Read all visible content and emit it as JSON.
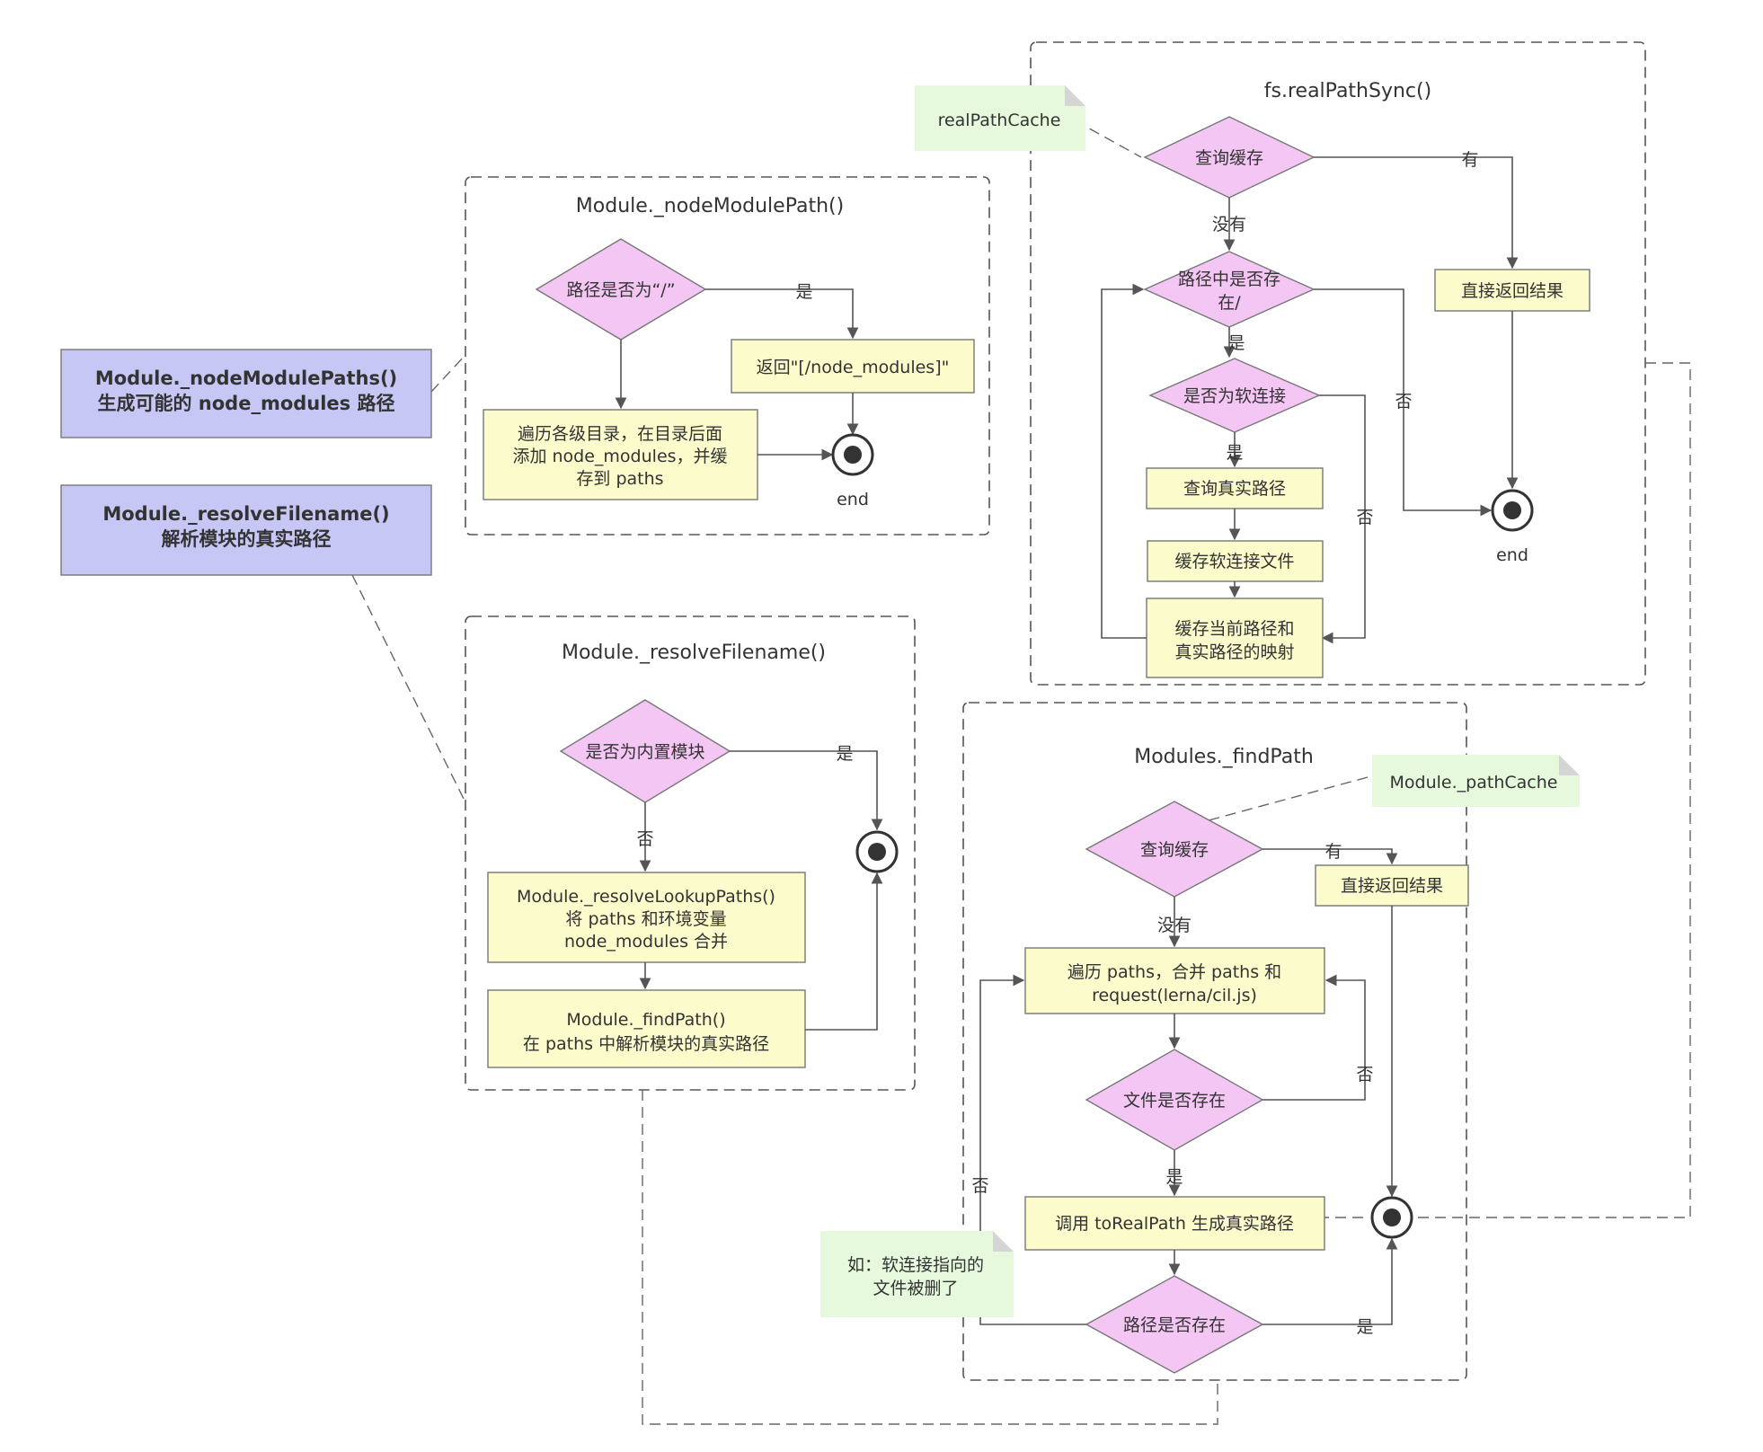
{
  "side_notes": {
    "node_module_paths": [
      "Module._nodeModulePaths()",
      "生成可能的 node_modules 路径"
    ],
    "resolve_filename": [
      "Module._resolveFilename()",
      "解析模块的真实路径"
    ]
  },
  "node_module_path": {
    "title": "Module._nodeModulePath()",
    "decision_root": "路径是否为“/”",
    "return_node_modules": "返回\"[/node_modules]\"",
    "traverse_dirs": [
      "遍历各级目录，在目录后面",
      "添加 node_modules，并缓",
      "存到 paths"
    ],
    "label_yes": "是",
    "end_label": "end"
  },
  "resolve_filename": {
    "title": "Module._resolveFilename()",
    "decision_builtin": "是否为内置模块",
    "label_yes": "是",
    "label_no": "否",
    "lookup_paths": [
      "Module._resolveLookupPaths()",
      "将 paths 和环境变量",
      "node_modules 合并"
    ],
    "find_path": [
      "Module._findPath()",
      "在 paths 中解析模块的真实路径"
    ]
  },
  "real_path_sync": {
    "title": "fs.realPathSync()",
    "cache_note": "realPathCache",
    "decision_cache": "查询缓存",
    "label_has": "有",
    "label_none": "没有",
    "return_direct": "直接返回结果",
    "decision_path": [
      "路径中是否存",
      "在/"
    ],
    "label_yes_1": "是",
    "decision_symlink": "是否为软连接",
    "label_yes_2": "是",
    "label_no_1": "否",
    "label_no_2": "否",
    "query_real": "查询真实路径",
    "cache_symlink": "缓存软连接文件",
    "cache_map": [
      "缓存当前路径和",
      "真实路径的映射"
    ],
    "end_label": "end"
  },
  "find_path": {
    "title": "Modules._findPath",
    "cache_note": "Module._pathCache",
    "decision_cache": "查询缓存",
    "label_has": "有",
    "label_none": "没有",
    "return_direct": "直接返回结果",
    "traverse": [
      "遍历 paths，合并 paths 和",
      "request(lerna/cil.js)"
    ],
    "decision_file": "文件是否存在",
    "label_no_1": "否",
    "label_yes_1": "是",
    "to_real_path": "调用 toRealPath 生成真实路径",
    "decision_path": "路径是否存在",
    "label_no_2": "否",
    "label_yes_2": "是",
    "symlink_note": [
      "如：软连接指向的",
      "文件被删了"
    ]
  }
}
